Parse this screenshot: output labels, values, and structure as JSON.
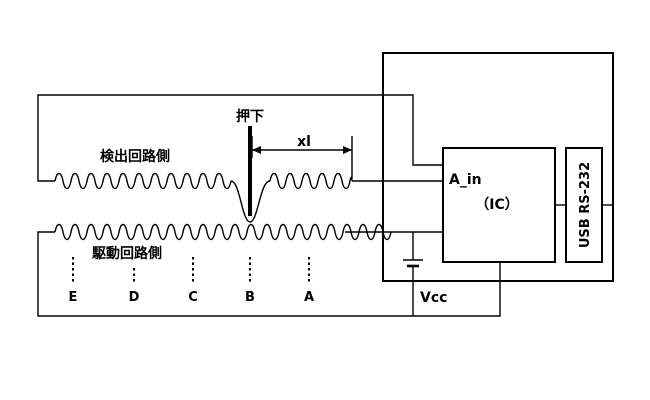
{
  "labels": {
    "press": "押下",
    "detect_side": "検出回路側",
    "drive_side": "駆動回路側",
    "distance": "xl",
    "a_in": "A_in",
    "ic": "（IC）",
    "usb": "USB RS-232",
    "vcc": "Vcc"
  },
  "positions": [
    "E",
    "D",
    "C",
    "B",
    "A"
  ]
}
